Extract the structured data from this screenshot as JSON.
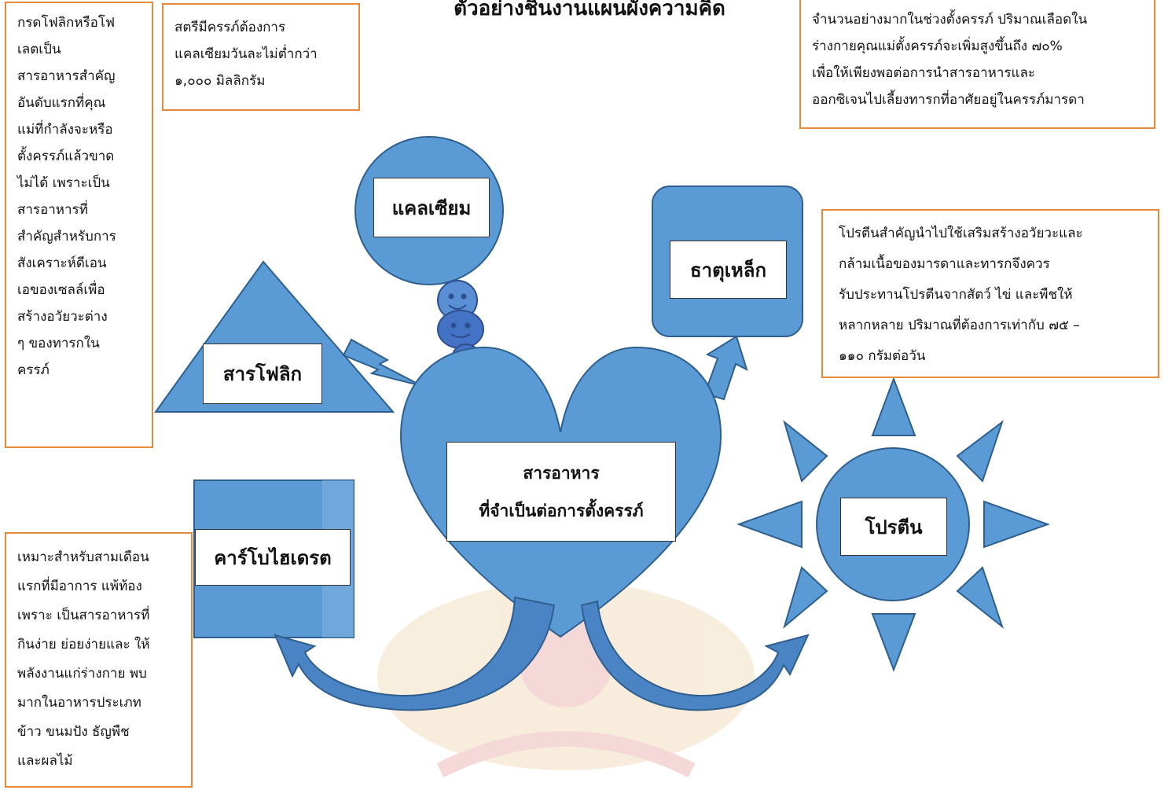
{
  "title": "ตัวอย่างชิ้นงานแผนผังความคิด",
  "center": {
    "line1": "สารอาหาร",
    "line2": "ที่จำเป็นต่อการตั้งครรภ์"
  },
  "nodes": {
    "calcium": "แคลเซียม",
    "iron": "ธาตุเหล็ก",
    "folic": "สารโฟลิก",
    "carb": "คาร์โบไฮเดรต",
    "protein": "โปรตีน"
  },
  "notes": {
    "folic": [
      "กรดโฟลิกหรือโฟ",
      "เลตเป็น",
      "สารอาหารสำคัญ",
      "อันดับแรกที่คุณ",
      "แม่ที่กำลังจะหรือ",
      "ตั้งครรภ์แล้วขาด",
      "ไม่ได้ เพราะเป็น",
      "สารอาหารที่",
      "สำคัญสำหรับการ",
      "สังเคราะห์ดีเอน",
      "เอของเซลล์เพื่อ",
      "สร้างอวัยวะต่าง",
      "ๆ ของทารกใน",
      "ครรภ์"
    ],
    "calcium": [
      "สตรีมีครรภ์ต้องการ",
      "แคลเซียมวันละไม่ต่ำกว่า",
      "๑,๐๐๐ มิลลิกรัม"
    ],
    "iron": [
      "จำนวนอย่างมากในช่วงตั้งครรภ์ ปริมาณเลือดใน",
      "ร่างกายคุณแม่ตั้งครรภ์จะเพิ่มสูงขึ้นถึง ๗๐%",
      "เพื่อให้เพียงพอต่อการนำสารอาหารและ",
      "ออกซิเจนไปเลี้ยงทารกที่อาศัยอยู่ในครรภ์มารดา"
    ],
    "protein": [
      "โปรตีนสำคัญนำไปใช้เสริมสร้างอวัยวะและ",
      "กล้ามเนื้อของมารดาและทารกจึงควร",
      "รับประทานโปรตีนจากสัตว์ ไข่ และพืชให้",
      "หลากหลาย ปริมาณที่ต้องการเท่ากับ ๗๕ –",
      "๑๑๐ กรัมต่อวัน"
    ],
    "carb": [
      "เหมาะสำหรับสามเดือน",
      "แรกที่มีอาการ แพ้ท้อง",
      "เพราะ เป็นสารอาหารที่",
      "กินง่าย ย่อยง่ายและ ให้",
      "พลังงานแก่ร่างกาย พบ",
      "มากในอาหารประเภท",
      "ข้าว ขนมปัง ธัญพืช",
      "และผลไม้"
    ]
  },
  "colors": {
    "shape_fill": "#5b9bd5",
    "shape_stroke": "#2e5f8e",
    "note_border": "#e7893a",
    "face_fill": "#4472c4"
  }
}
